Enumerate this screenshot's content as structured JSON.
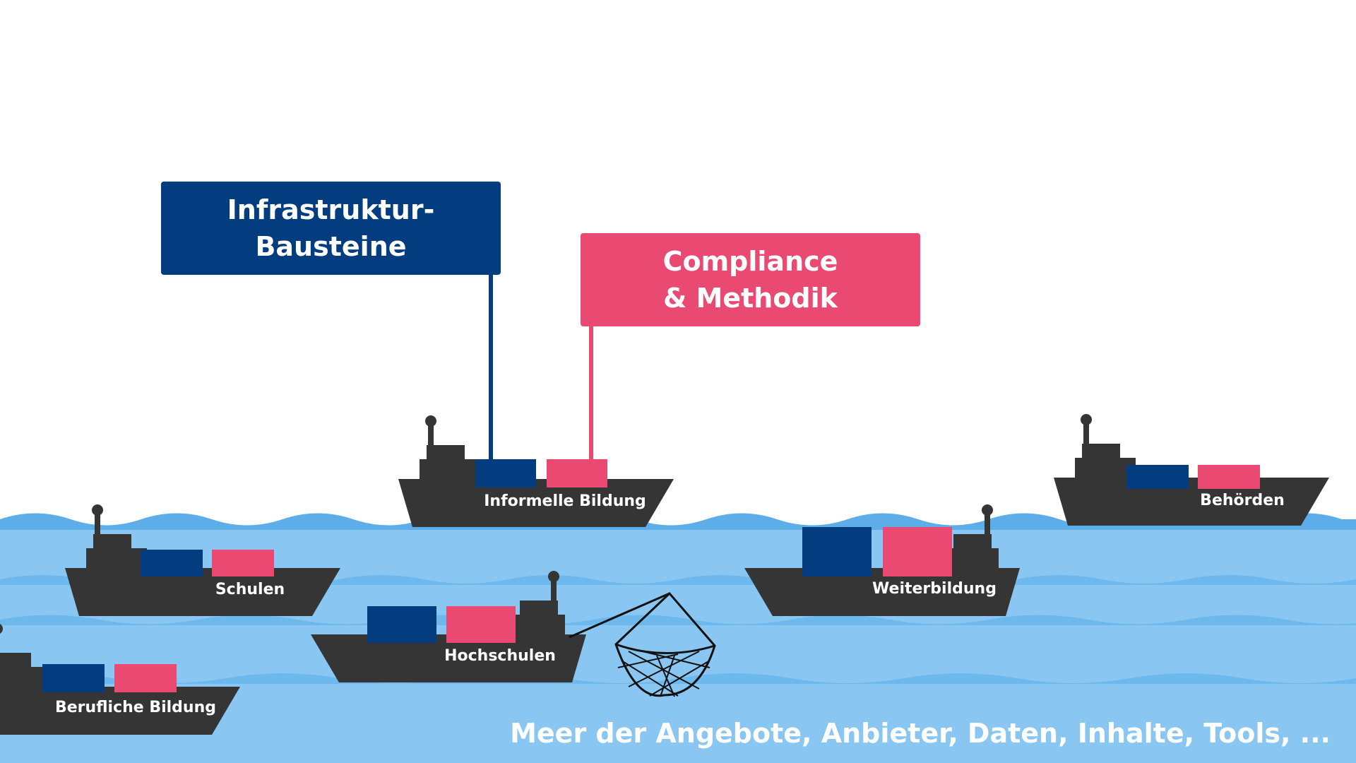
{
  "signs": {
    "infrastruktur": {
      "line1": "Infrastruktur-",
      "line2": "Bausteine",
      "color": "#033d80"
    },
    "compliance": {
      "line1": "Compliance",
      "line2": "& Methodik",
      "color": "#ea4a72"
    }
  },
  "ships": {
    "informelle": "Informelle Bildung",
    "behoerden": "Behörden",
    "schulen": "Schulen",
    "weiterbildung": "Weiterbildung",
    "hochschulen": "Hochschulen",
    "berufliche": "Berufliche Bildung"
  },
  "sea": {
    "caption": "Meer der Angebote, Anbieter, Daten, Inhalte, Tools, ..."
  },
  "colors": {
    "sea": "#89c7f2",
    "wave": "#5cade8",
    "hull": "#353535",
    "container_blue": "#033d80",
    "container_pink": "#ea4a72",
    "label": "#ffffff"
  }
}
